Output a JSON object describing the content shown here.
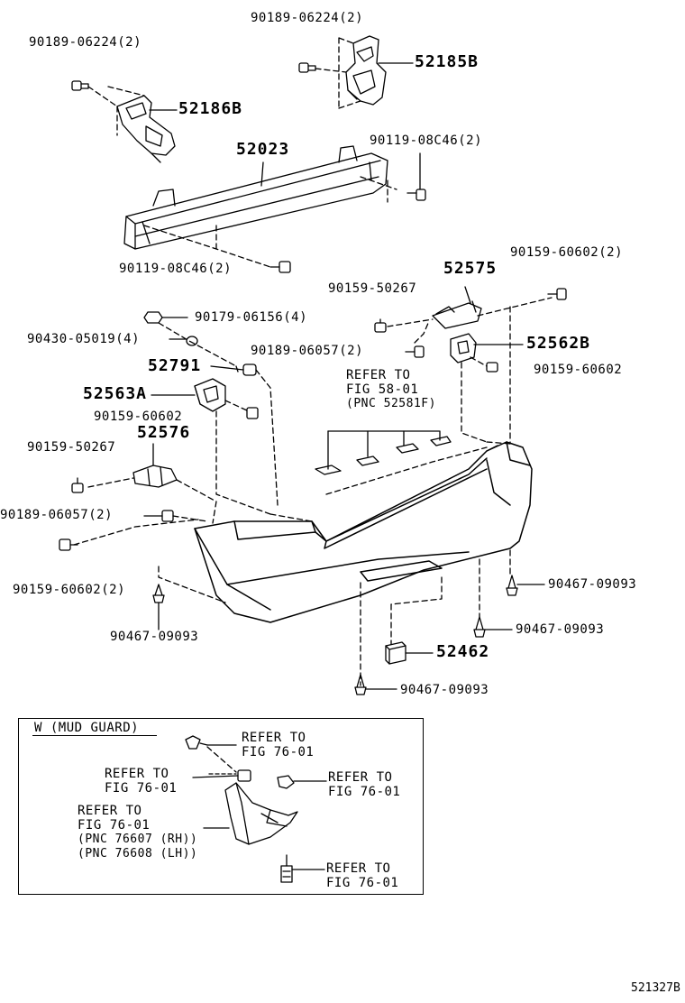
{
  "labels": {
    "b_52185B": "52185B",
    "b_52186B": "52186B",
    "b_52023": "52023",
    "b_52575": "52575",
    "b_52562B": "52562B",
    "b_52791": "52791",
    "b_52563A": "52563A",
    "b_52576": "52576",
    "b_52462": "52462",
    "p_90189_06224_top": "90189-06224(2)",
    "p_90189_06224_left": "90189-06224(2)",
    "p_90119_08C46_right": "90119-08C46(2)",
    "p_90119_08C46_left": "90119-08C46(2)",
    "p_90159_60602_2_top": "90159-60602(2)",
    "p_90159_50267_right": "90159-50267",
    "p_90179_06156": "90179-06156(4)",
    "p_90430_05019": "90430-05019(4)",
    "p_90189_06057_right": "90189-06057(2)",
    "p_90159_60602_right": "90159-60602",
    "p_90159_60602_mid": "90159-60602",
    "p_90159_50267_left": "90159-50267",
    "p_90189_06057_left": "90189-06057(2)",
    "p_90159_60602_2_left": "90159-60602(2)",
    "p_90467_09093_left": "90467-09093",
    "p_90467_09093_r1": "90467-09093",
    "p_90467_09093_r2": "90467-09093",
    "p_90467_09093_bottom": "90467-09093"
  },
  "refer_fig58": [
    "REFER TO",
    "FIG 58-01",
    "(PNC 52581F)"
  ],
  "inset": {
    "title": "W (MUD GUARD)",
    "ref1": [
      "REFER TO",
      "FIG  76-01"
    ],
    "ref2": [
      "REFER TO",
      "FIG  76-01"
    ],
    "ref3": [
      "REFER TO",
      "FIG  76-01"
    ],
    "ref4": [
      "REFER TO",
      "FIG  76-01",
      "(PNC 76607 (RH))",
      "(PNC 76608 (LH))"
    ],
    "ref5": [
      "REFER TO",
      "FIG  76-01"
    ]
  },
  "illustration_code": "521327B"
}
